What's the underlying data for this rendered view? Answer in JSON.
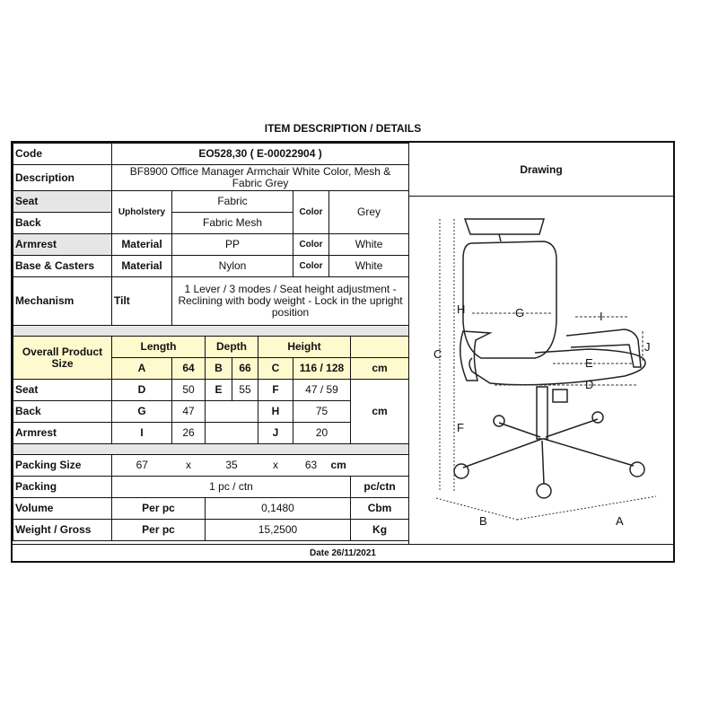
{
  "title": "ITEM DESCRIPTION / DETAILS",
  "code": {
    "label": "Code",
    "value": "EO528,30  ( E-00022904 )"
  },
  "description": {
    "label": "Description",
    "value": "BF8900 Office Manager Armchair White Color, Mesh & Fabric Grey"
  },
  "drawing_label": "Drawing",
  "seat": {
    "label": "Seat",
    "value": "Fabric"
  },
  "back": {
    "label": "Back",
    "value": "Fabric Mesh"
  },
  "upholstery_label": "Upholstery",
  "color_label": "Color",
  "upholstery_color": "Grey",
  "armrest": {
    "label": "Armrest",
    "material_label": "Material",
    "material": "PP",
    "color_label": "Color",
    "color": "White"
  },
  "base": {
    "label": "Base & Casters",
    "material_label": "Material",
    "material": "Nylon",
    "color_label": "Color",
    "color": "White"
  },
  "mechanism": {
    "label": "Mechanism",
    "type": "Tilt",
    "value": "1 Lever / 3 modes / Seat height adjustment - Reclining with body weight - Lock in the upright position"
  },
  "overall": {
    "label": "Overall Product Size",
    "length_label": "Length",
    "depth_label": "Depth",
    "height_label": "Height",
    "a": "A",
    "a_val": "64",
    "b": "B",
    "b_val": "66",
    "c": "C",
    "c_val": "116 / 128",
    "unit": "cm"
  },
  "dims": {
    "seat": {
      "label": "Seat",
      "d": "D",
      "d_val": "50",
      "e": "E",
      "e_val": "55",
      "f": "F",
      "f_val": "47 / 59"
    },
    "back": {
      "label": "Back",
      "g": "G",
      "g_val": "47",
      "h": "H",
      "h_val": "75"
    },
    "armrest": {
      "label": "Armrest",
      "i": "I",
      "i_val": "26",
      "j": "J",
      "j_val": "20"
    },
    "unit": "cm"
  },
  "packing_size": {
    "label": "Packing Size",
    "l": "67",
    "x1": "x",
    "w": "35",
    "x2": "x",
    "h": "63",
    "unit": "cm"
  },
  "packing": {
    "label": "Packing",
    "value": "1 pc / ctn",
    "unit": "pc/ctn"
  },
  "volume": {
    "label": "Volume",
    "per": "Per pc",
    "value": "0,1480",
    "unit": "Cbm"
  },
  "weight": {
    "label": "Weight / Gross",
    "per": "Per pc",
    "value": "15,2500",
    "unit": "Kg"
  },
  "date": "Date 26/11/2021",
  "drawing_letters": {
    "a": "A",
    "b": "B",
    "c": "C",
    "d": "D",
    "e": "E",
    "f": "F",
    "g": "G",
    "h": "H",
    "i": "I",
    "j": "J"
  }
}
